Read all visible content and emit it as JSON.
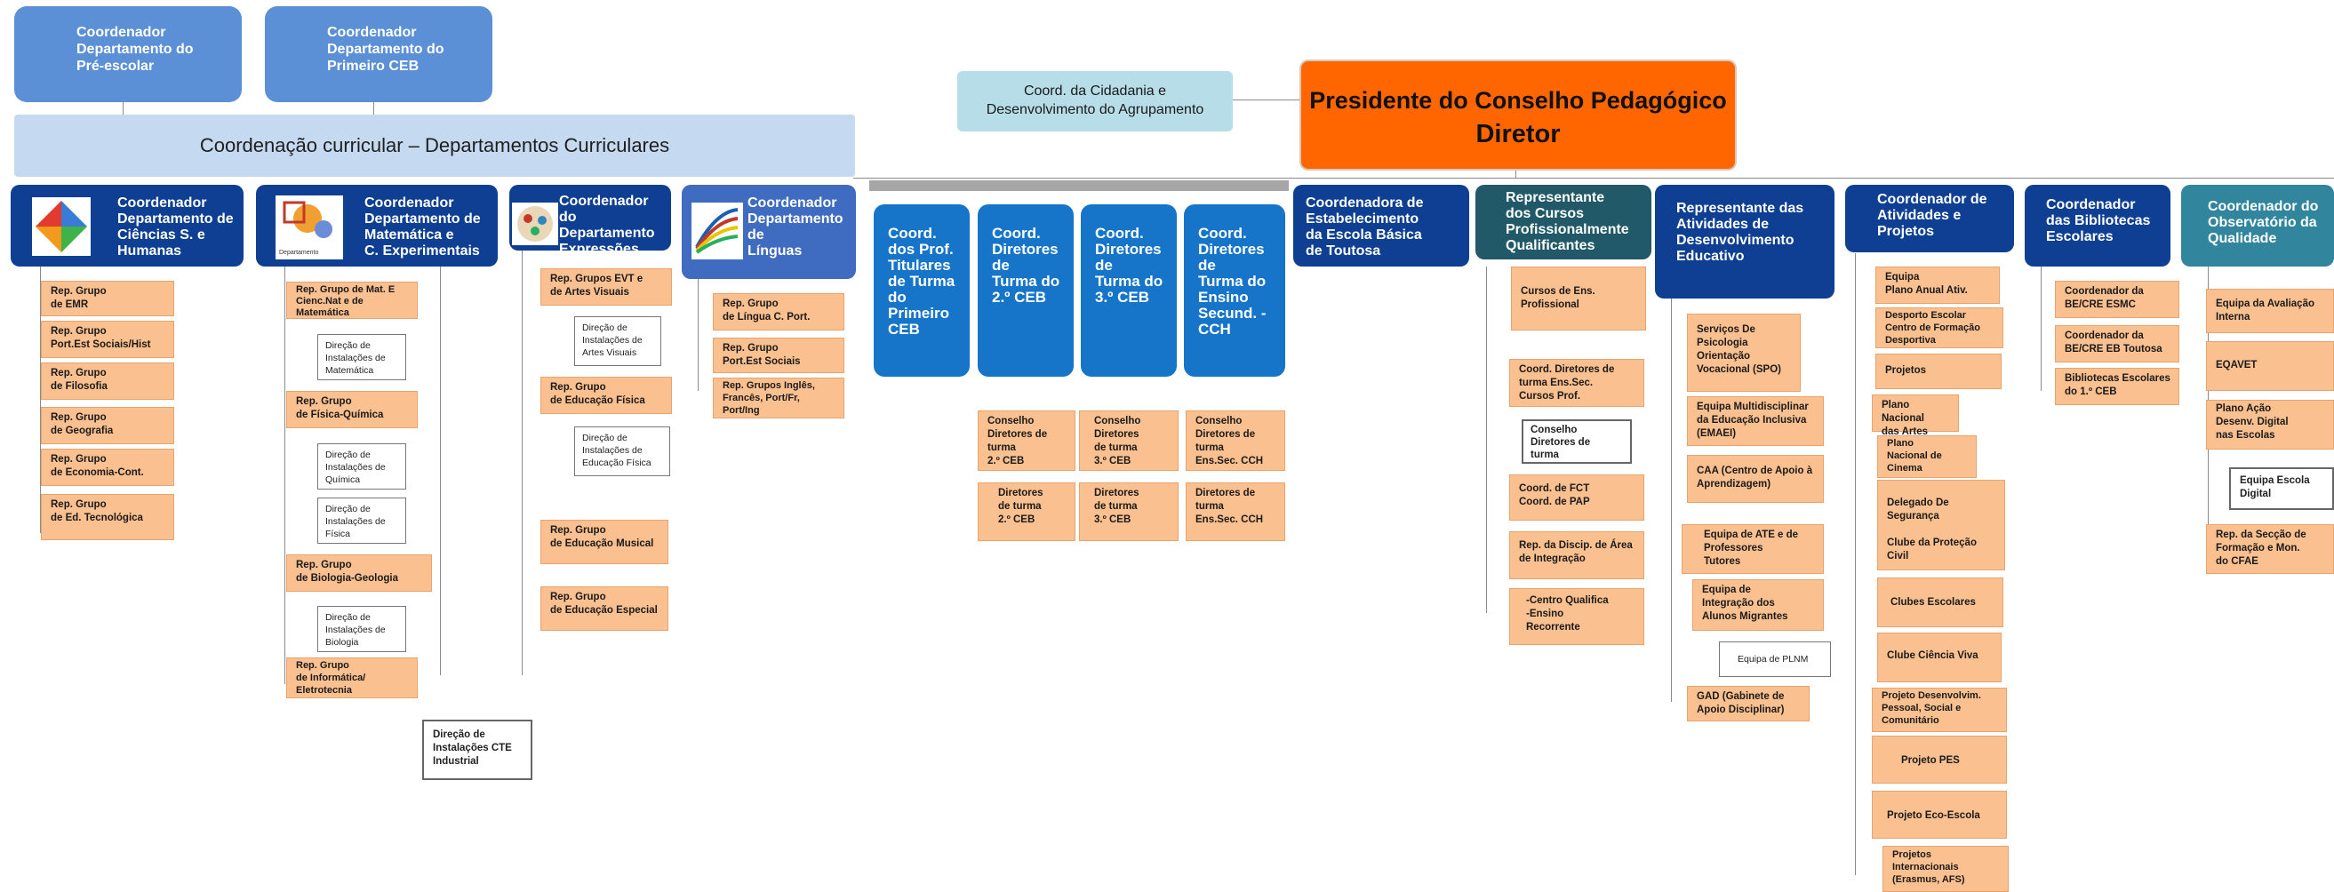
{
  "top_coords": [
    "Coordenador\nDepartamento do\nPré-escolar",
    "Coordenador\nDepartamento do\nPrimeiro CEB"
  ],
  "band": "Coordenação curricular – Departamentos Curriculares",
  "cidadania": "Coord. da Cidadania e\nDesenvolvimento do Agrupamento",
  "president": {
    "line1": "Presidente do Conselho Pedagógico",
    "line2": "Diretor"
  },
  "depts": [
    "Coordenador\nDepartamento de\nCiências S. e\nHumanas",
    "Coordenador\nDepartamento de\nMatemática e\nC. Experimentais",
    "Coordenador do\nDepartamento\nExpressões",
    "Coordenador\nDepartamento\nde\nLínguas"
  ],
  "col1": [
    "Rep. Grupo\nde EMR",
    "Rep. Grupo\nPort.Est Sociais/Hist",
    "Rep. Grupo\nde Filosofia",
    "Rep. Grupo\nde Geografia",
    "Rep. Grupo\nde Economia-Cont.",
    "Rep. Grupo\nde Ed. Tecnológica"
  ],
  "col2": [
    "Rep. Grupo de Mat. E\nCienc.Nat e de\nMatemática",
    "Rep. Grupo\nde Física-Química",
    "Rep. Grupo\nde Biologia-Geologia",
    "Rep. Grupo\nde Informática/\nEletrotecnia"
  ],
  "col2w": [
    "Direção de\nInstalações de\nMatemática",
    "Direção de\nInstalações de\nQuímica",
    "Direção de\nInstalações de\nFísica",
    "Direção de\nInstalações de\nBiologia"
  ],
  "cte": "Direção de\nInstalações CTE\nIndustrial",
  "col3": [
    "Rep. Grupos EVT e\nde Artes Visuais",
    "Rep. Grupo\nde Educação Física",
    "Rep. Grupo\nde Educação Musical",
    "Rep. Grupo\nde Educação Especial"
  ],
  "col3w": [
    "Direção de\nInstalações de\nArtes Visuais",
    "Direção de\nInstalações de\nEducação Física"
  ],
  "col4": [
    "Rep. Grupo\nde Língua C. Port.",
    "Rep. Grupo\nPort.Est Sociais",
    "Rep. Grupos Inglês,\nFrancês, Port/Fr,\nPort/Ing"
  ],
  "blues": [
    "Coord.\ndos Prof.\nTitulares\nde Turma\ndo\nPrimeiro\nCEB",
    "Coord.\nDiretores\nde\nTurma do\n2.º CEB",
    "Coord.\nDiretores\nde\nTurma do\n3.º CEB",
    "Coord.\nDiretores\nde\nTurma do\nEnsino\nSecund. -\nCCH"
  ],
  "conselhos": [
    "Conselho\nDiretores de\nturma\n2.º CEB",
    "Conselho\nDiretores\nde turma\n3.º CEB",
    "Conselho\nDiretores de\nturma\nEns.Sec. CCH"
  ],
  "diretores": [
    "Diretores\nde turma\n2.º CEB",
    "Diretores\nde turma\n3.º CEB",
    "Diretores de\nturma\nEns.Sec. CCH"
  ],
  "right_headers": [
    "Coordenadora de\nEstabelecimento\nda Escola Básica\nde Toutosa",
    "Representante\ndos Cursos\nProfissionalmente\nQualificantes",
    "Representante das\nAtividades de\nDesenvolvimento\nEducativo",
    "Coordenador de\nAtividades e\nProjetos",
    "Coordenador\ndas Bibliotecas\nEscolares",
    "Coordenador do\nObservatório da\nQualidade"
  ],
  "prof": [
    "Cursos de Ens.\nProfissional",
    "Coord. Diretores de\nturma Ens.Sec.\nCursos Prof.",
    "Coord. de FCT\nCoord. de  PAP",
    "Rep. da Discip. de Área\nde Integração",
    "-Centro Qualifica\n-Ensino\nRecorrente"
  ],
  "prof_conselho": "Conselho\nDiretores de\nturma",
  "ade": [
    "Serviços De\nPsicologia\nOrientação\nVocacional (SPO)",
    "Equipa Multidisciplinar\nda Educação Inclusiva\n(EMAEI)",
    "CAA (Centro de Apoio à\nAprendizagem)",
    "Equipa de ATE e de\nProfessores\nTutores",
    "Equipa de\nIntegração dos\nAlunos Migrantes",
    "GAD (Gabinete de\nApoio Disciplinar)"
  ],
  "plnm": "Equipa de PLNM",
  "proj": [
    "Equipa\nPlano Anual Ativ.",
    "Desporto Escolar\nCentro de Formação\nDesportiva",
    "Projetos",
    "Plano Nacional\ndas Artes",
    "Plano\nNacional de\nCinema",
    "Delegado De\nSegurança\n\nClube da Proteção\nCivil",
    "Clubes Escolares",
    "Clube Ciência Viva",
    "Projeto Desenvolvim.\nPessoal, Social e\nComunitário",
    "Projeto PES",
    "Projeto Eco-Escola",
    "Projetos\nInternacionais\n(Erasmus, AFS)"
  ],
  "bib": [
    "Coordenador da\nBE/CRE ESMC",
    "Coordenador da\nBE/CRE EB Toutosa",
    "Bibliotecas Escolares\ndo 1.º CEB"
  ],
  "obs": [
    "Equipa da Avaliação\nInterna",
    "EQAVET",
    "Plano Ação\nDesenv. Digital\nnas Escolas",
    "Rep. da Secção de\nFormação e Mon.\ndo CFAE"
  ],
  "obs_white": "Equipa Escola\nDigital",
  "colors": {
    "top": "#5b8fd6",
    "band": "#c5d9f1",
    "dept": "#0e3f93",
    "blue": "#1675c9",
    "orange": "#fac090",
    "president": "#ff6600",
    "teal": "#215968"
  }
}
